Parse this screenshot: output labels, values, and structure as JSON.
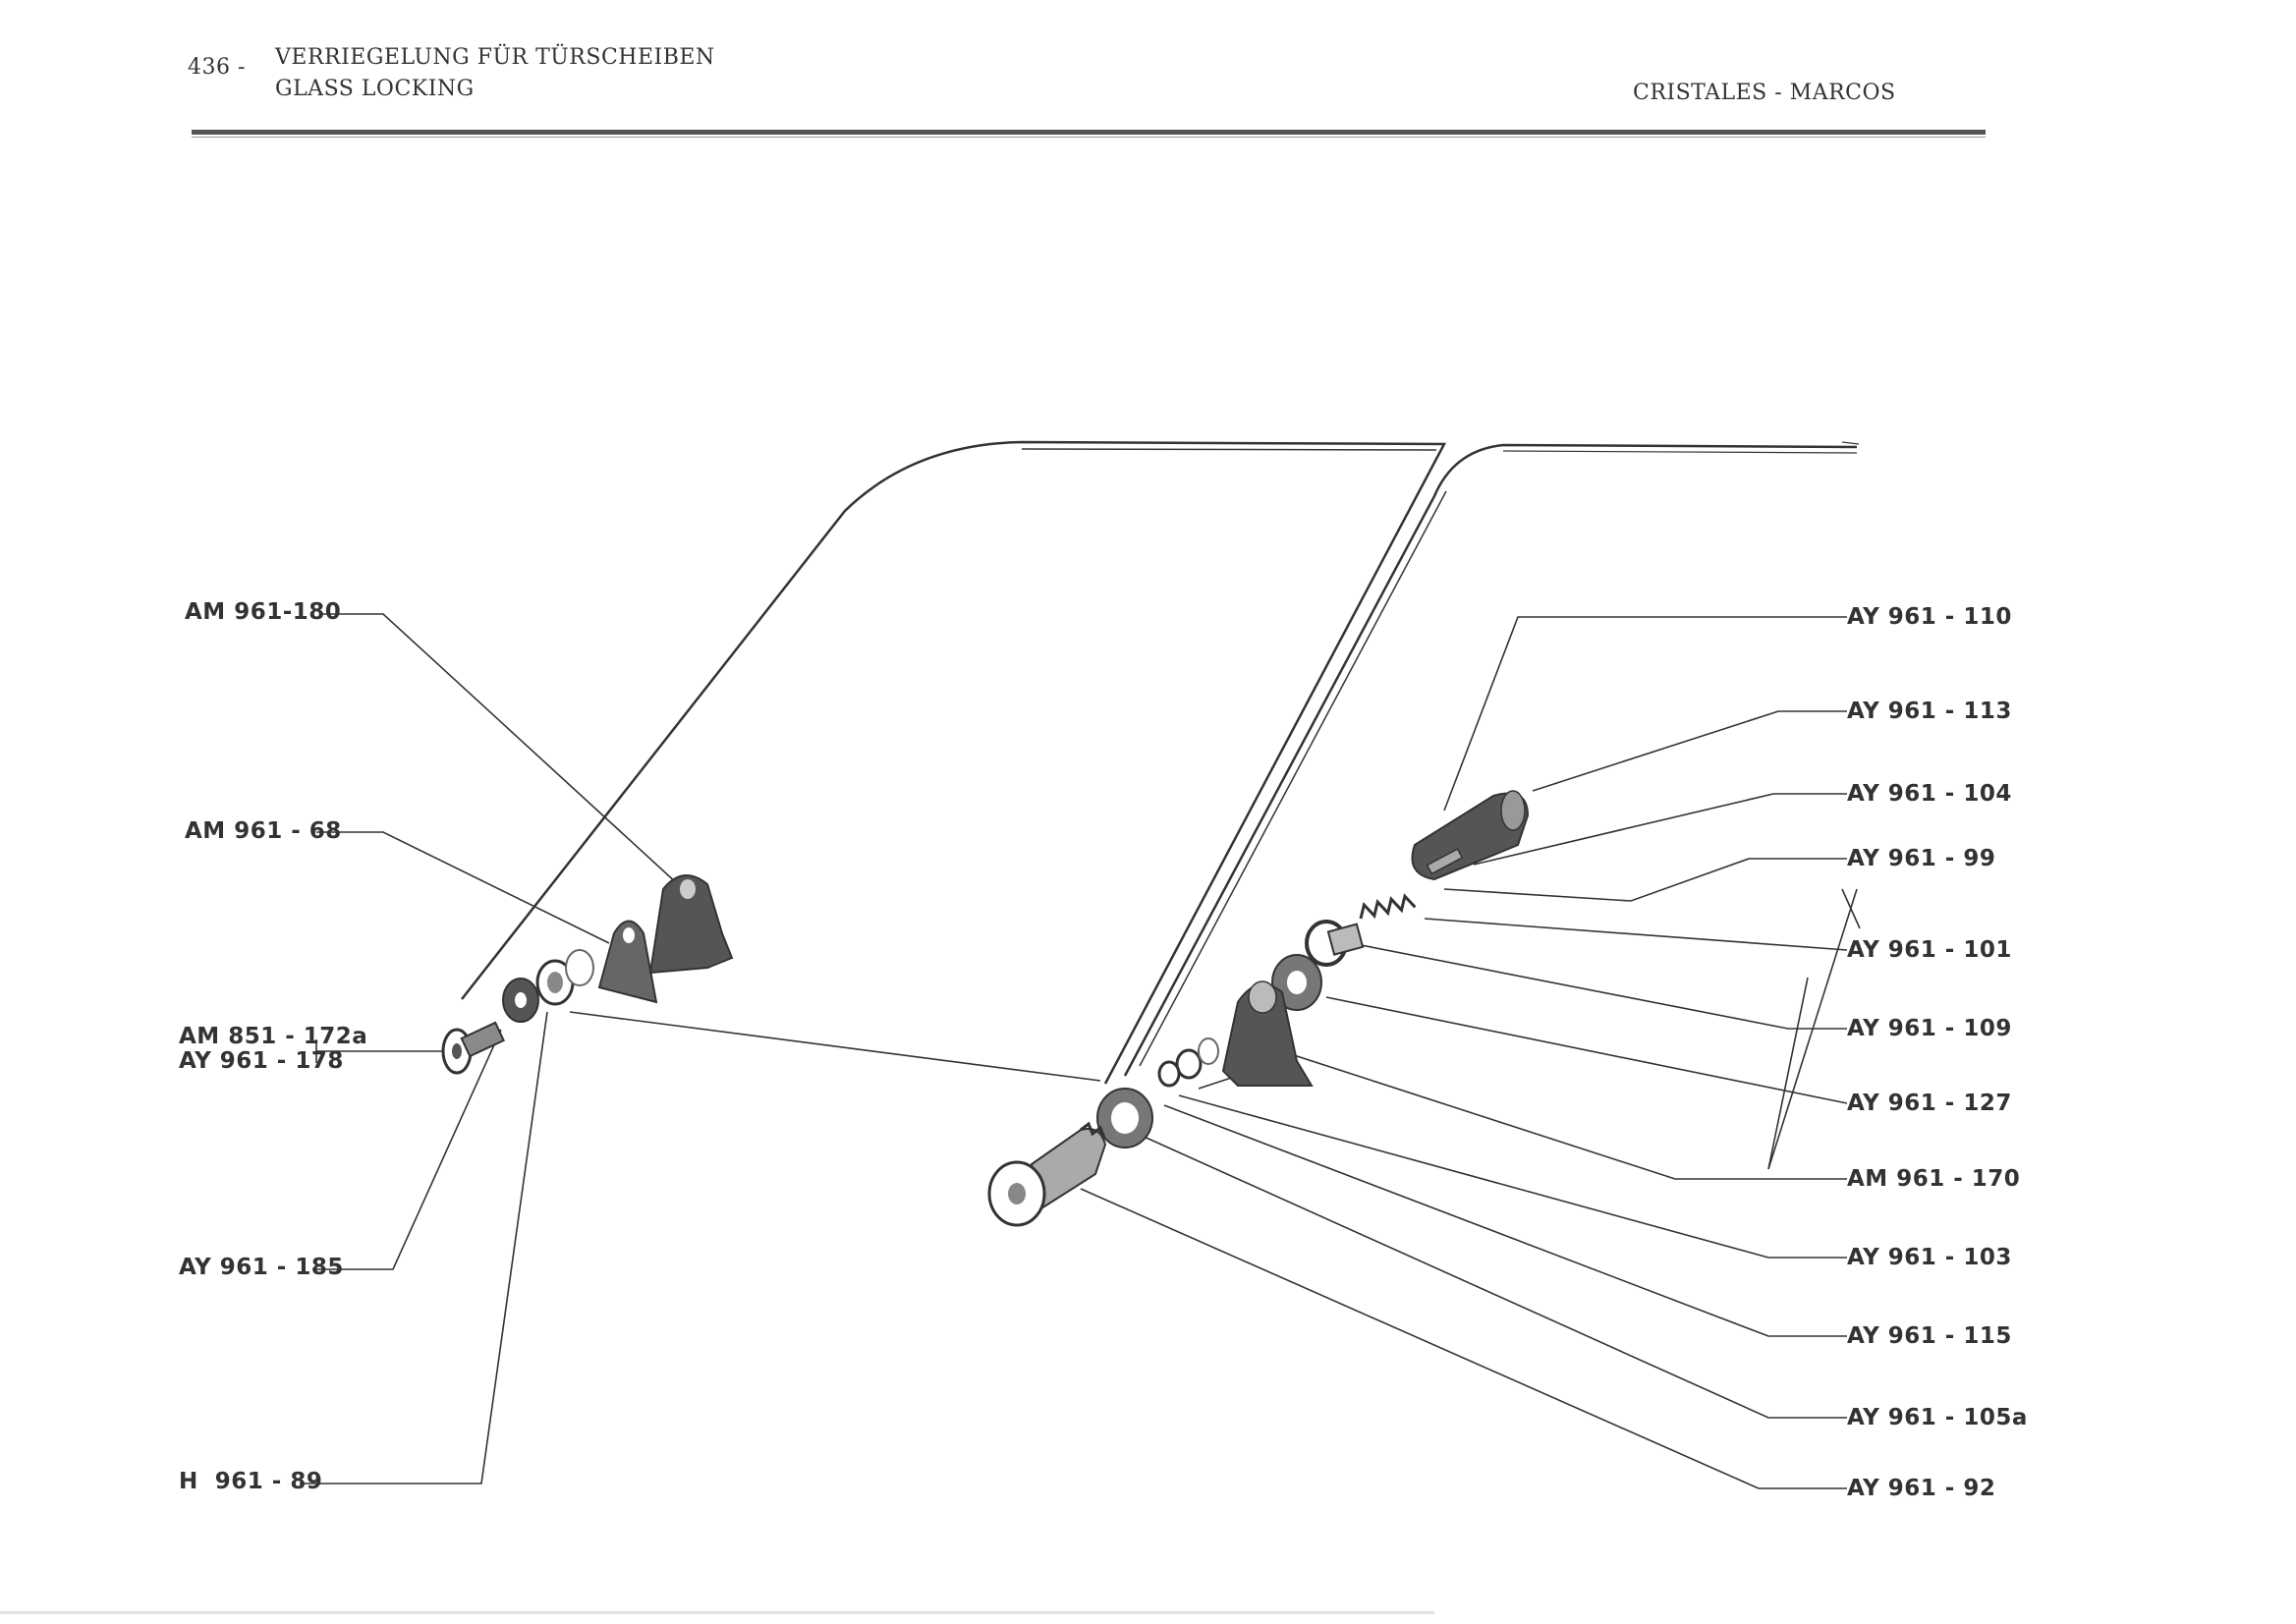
{
  "header": {
    "page_number": "436 -",
    "title_de": "VERRIEGELUNG FÜR TÜRSCHEIBEN",
    "title_en": "GLASS LOCKING",
    "title_es": "CRISTALES - MARCOS"
  },
  "callouts_left": [
    "AM 961-180",
    "AM 961 - 68",
    "AM 851 - 172a",
    "AY 961 - 178",
    "AY 961 - 185",
    "H  961 - 89"
  ],
  "callouts_right": [
    "AY 961 - 110",
    "AY 961 - 113",
    "AY 961 - 104",
    "AY 961 - 99",
    "AY 961 - 101",
    "AY 961 - 109",
    "AY 961 - 127",
    "AM 961 - 170",
    "AY 961 - 103",
    "AY 961 - 115",
    "AY 961 - 105a",
    "AY 961 - 92"
  ],
  "colors": {
    "ink": "#333333",
    "part_fill": "#6a6a6a",
    "part_dark": "#3a3a3a"
  }
}
